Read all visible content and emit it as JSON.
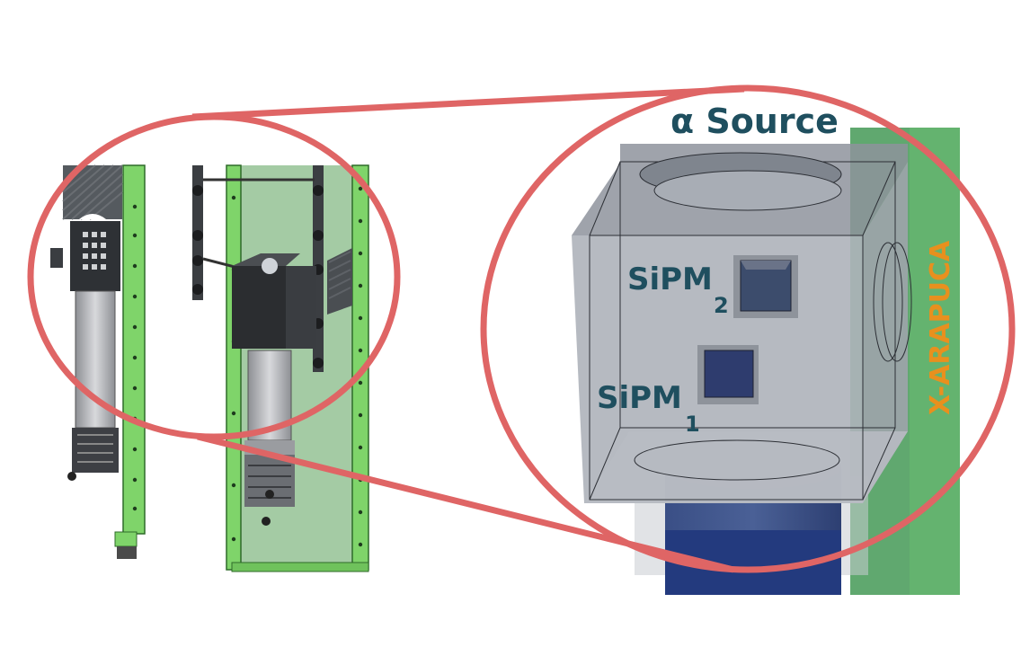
{
  "labels": {
    "alpha_source": "α Source",
    "sipm_top": "SiPM",
    "sipm_top_sub": "2",
    "sipm_bottom": "SiPM",
    "sipm_bottom_sub": "1",
    "xarapuca": "X-ARAPUCA"
  },
  "colors": {
    "callout": "#df6565",
    "rail_green": "#7fd46a",
    "xarapuca_green": "#4f9e5f",
    "cube_gray": "#a9adb5",
    "cylinder_blue": "#233a7e",
    "label_dark": "#1f4f5f",
    "label_orange": "#e8901e"
  },
  "icons": [
    "magnifier-callout",
    "mechanical-rail-assembly",
    "source-holder-cube"
  ]
}
